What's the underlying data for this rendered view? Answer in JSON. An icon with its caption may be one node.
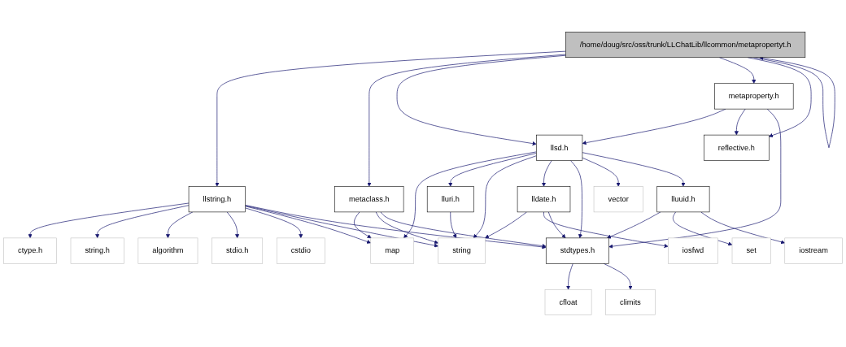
{
  "diagram": {
    "nodes": [
      {
        "text": [
          "/home/doug/src/oss/trunk/LLChatLib/llcommon/metapropertyt.h"
        ]
      },
      {
        "text": [
          "metaproperty.h"
        ]
      },
      {
        "text": [
          "llsd.h"
        ]
      },
      {
        "text": [
          "reflective.h"
        ]
      },
      {
        "text": [
          "llstring.h"
        ]
      },
      {
        "text": [
          "metaclass.h"
        ]
      },
      {
        "text": [
          "lluri.h"
        ]
      },
      {
        "text": [
          "lldate.h"
        ]
      },
      {
        "text": [
          "vector"
        ]
      },
      {
        "text": [
          "lluuid.h"
        ]
      },
      {
        "text": [
          "ctype.h"
        ]
      },
      {
        "text": [
          "string.h"
        ]
      },
      {
        "text": [
          "algorithm"
        ]
      },
      {
        "text": [
          "stdio.h"
        ]
      },
      {
        "text": [
          "cstdio"
        ]
      },
      {
        "text": [
          "map"
        ]
      },
      {
        "text": [
          "string"
        ]
      },
      {
        "text": [
          "iosfwd"
        ]
      },
      {
        "text": [
          "stdtypes.h"
        ]
      },
      {
        "text": [
          "set"
        ]
      },
      {
        "text": [
          "iostream"
        ]
      },
      {
        "text": [
          "cfloat"
        ]
      },
      {
        "text": [
          "climits"
        ]
      }
    ],
    "edges": [
      {
        "from": 0,
        "to": 4,
        "arrow": "to"
      },
      {
        "from": 0,
        "to": 5,
        "arrow": "to"
      },
      {
        "from": 0,
        "to": 2,
        "arrow": "to"
      },
      {
        "from": 0,
        "to": 1,
        "arrow": "to"
      },
      {
        "from": 0,
        "to": 3,
        "arrow": "to"
      },
      {
        "from": 1,
        "to": 2,
        "arrow": "to"
      },
      {
        "from": 1,
        "to": 3,
        "arrow": "to"
      },
      {
        "from": 1,
        "to": 18,
        "arrow": "to"
      },
      {
        "from": 2,
        "to": 15,
        "arrow": "to"
      },
      {
        "from": 2,
        "to": 6,
        "arrow": "to"
      },
      {
        "from": 2,
        "to": 16,
        "arrow": "to"
      },
      {
        "from": 2,
        "to": 7,
        "arrow": "to"
      },
      {
        "from": 2,
        "to": 18,
        "arrow": "to"
      },
      {
        "from": 2,
        "to": 8,
        "arrow": "to"
      },
      {
        "from": 2,
        "to": 9,
        "arrow": "to"
      },
      {
        "from": 4,
        "to": 10,
        "arrow": "to"
      },
      {
        "from": 4,
        "to": 11,
        "arrow": "to"
      },
      {
        "from": 4,
        "to": 12,
        "arrow": "to"
      },
      {
        "from": 4,
        "to": 13,
        "arrow": "to"
      },
      {
        "from": 4,
        "to": 14,
        "arrow": "to"
      },
      {
        "from": 4,
        "to": 15,
        "arrow": "to"
      },
      {
        "from": 4,
        "to": 16,
        "arrow": "to"
      },
      {
        "from": 4,
        "to": 18,
        "arrow": "to"
      },
      {
        "from": 5,
        "to": 15,
        "arrow": "to"
      },
      {
        "from": 5,
        "to": 16,
        "arrow": "to"
      },
      {
        "from": 5,
        "to": 18,
        "arrow": "to"
      },
      {
        "from": 6,
        "to": 16,
        "arrow": "to"
      },
      {
        "from": 7,
        "to": 16,
        "arrow": "to"
      },
      {
        "from": 7,
        "to": 17,
        "arrow": "to"
      },
      {
        "from": 7,
        "to": 18,
        "arrow": "to"
      },
      {
        "from": 9,
        "to": 18,
        "arrow": "to"
      },
      {
        "from": 9,
        "to": 19,
        "arrow": "to"
      },
      {
        "from": 9,
        "to": 20,
        "arrow": "to"
      },
      {
        "from": 18,
        "to": 21,
        "arrow": "to"
      },
      {
        "from": 18,
        "to": 22,
        "arrow": "to"
      },
      {
        "from": 0,
        "to": 0,
        "arrow": "to"
      }
    ]
  }
}
